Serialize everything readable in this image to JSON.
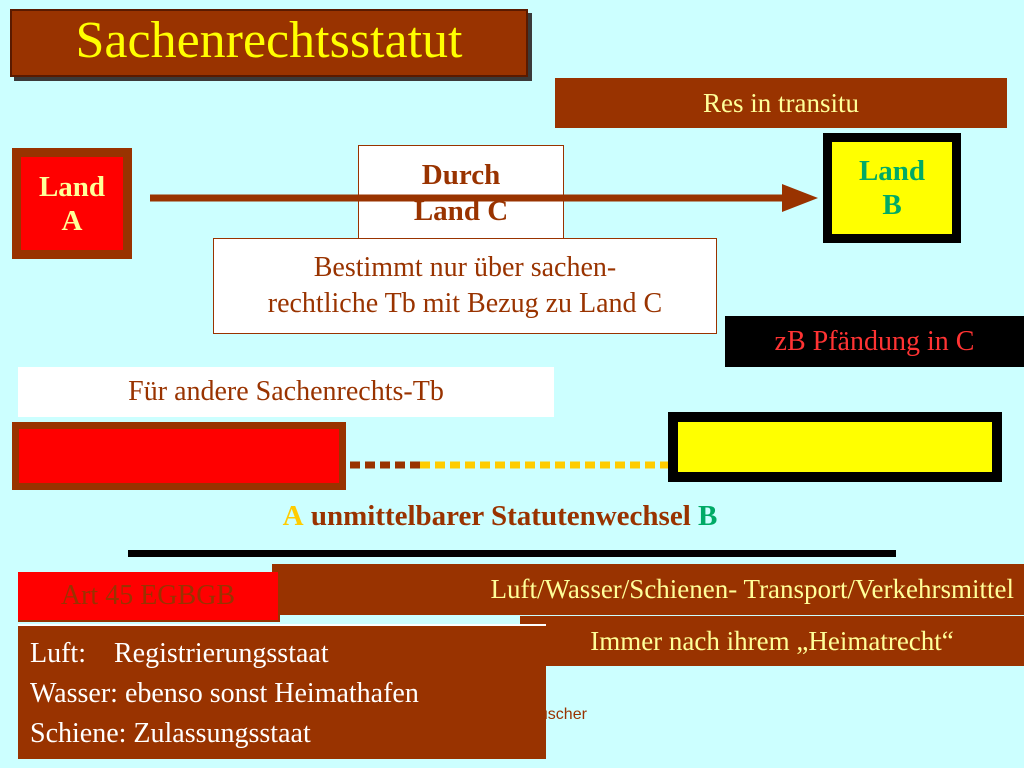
{
  "title": "Sachenrechtsstatut",
  "res_transitu": "Res in transitu",
  "land_a": {
    "line1": "Land",
    "line2": "A"
  },
  "land_b": {
    "line1": "Land",
    "line2": "B"
  },
  "durch": {
    "line1": "Durch",
    "line2": "Land C"
  },
  "bestimmt": {
    "line1": "Bestimmt nur über sachen-",
    "line2": "rechtliche Tb mit Bezug zu Land C"
  },
  "pfaendung": "zB Pfändung in C",
  "andere": "Für andere Sachenrechts-Tb",
  "statutenwechsel": {
    "a": "A",
    "text": " unmittelbarer Statutenwechsel ",
    "b": "B"
  },
  "art45": "Art 45 EGBGB",
  "transport": "Luft/Wasser/Schienen- Transport/Verkehrsmittel",
  "heimatrecht": "Immer nach ihrem „Heimatrecht“",
  "footer_author": "auscher",
  "details": {
    "luft_label": "Luft:",
    "luft_value": "Registrierungsstaat",
    "wasser": "Wasser: ebenso sonst Heimathafen",
    "schiene": "Schiene: Zulassungsstaat"
  },
  "colors": {
    "background": "#ccffff",
    "brown": "#993300",
    "red": "#ff0000",
    "yellow": "#ffff00",
    "green": "#00aa66"
  }
}
